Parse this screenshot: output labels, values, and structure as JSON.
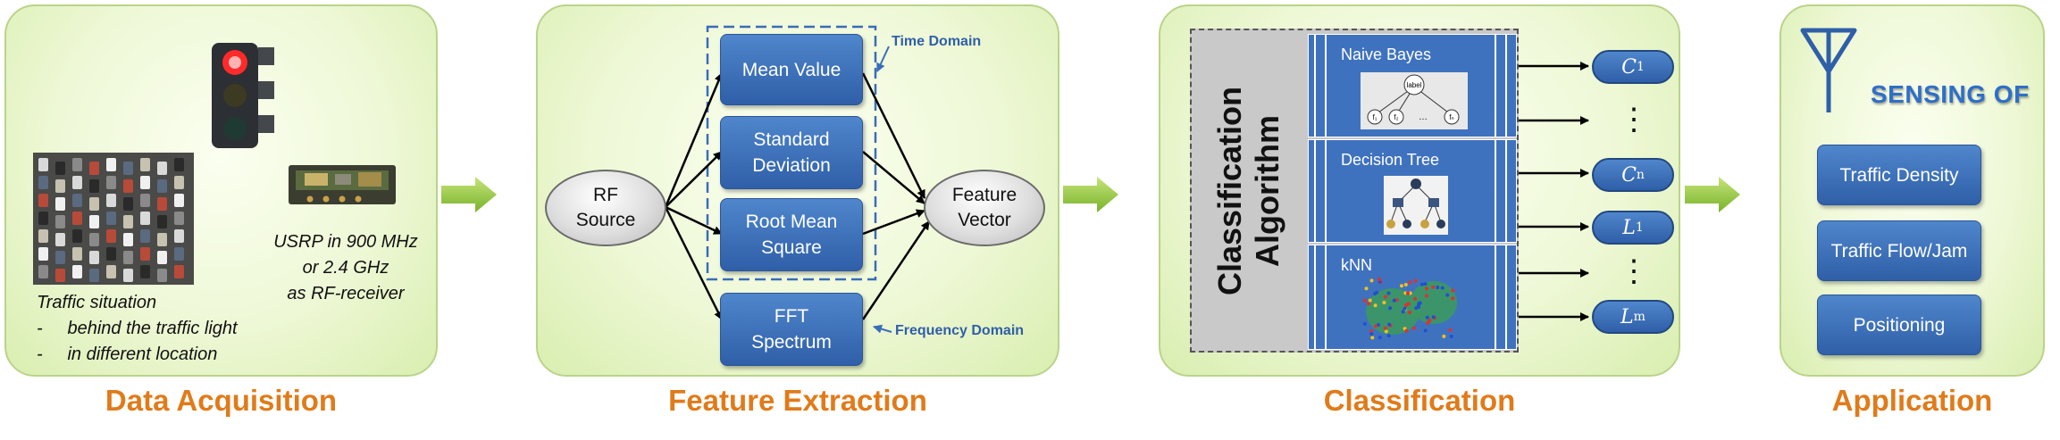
{
  "stages": [
    {
      "title": "Data Acquisition"
    },
    {
      "title": "Feature Extraction"
    },
    {
      "title": "Classification"
    },
    {
      "title": "Application"
    }
  ],
  "acquisition": {
    "traffic_caption": "Traffic situation",
    "traffic_items": [
      "behind the traffic light",
      "in different location"
    ],
    "bullet": "-",
    "usrp_caption": [
      "USRP in 900 MHz",
      "or 2.4 GHz",
      "as RF-receiver"
    ]
  },
  "features": {
    "source": [
      "RF",
      "Source"
    ],
    "vector": [
      "Feature",
      "Vector"
    ],
    "boxes": [
      [
        "Mean Value"
      ],
      [
        "Standard",
        "Deviation"
      ],
      [
        "Root Mean",
        "Square"
      ],
      [
        "FFT",
        "Spectrum"
      ]
    ],
    "time_domain": "Time Domain",
    "frequency_domain": "Frequency Domain"
  },
  "classification": {
    "algorithm_label": [
      "Classification",
      "Algorithm"
    ],
    "algorithms": [
      "Naive Bayes",
      "Decision Tree",
      "kNN"
    ],
    "bayes_root": "label",
    "bayes_leaves": [
      "f₁",
      "f₂",
      "…",
      "fₙ"
    ],
    "outputs": [
      {
        "letter": "C",
        "sub": "1"
      },
      {
        "letter": "C",
        "sub": "n"
      },
      {
        "letter": "L",
        "sub": "1"
      },
      {
        "letter": "L",
        "sub": "m"
      }
    ],
    "ellipsis": "⋮"
  },
  "application": {
    "sensing_label": "SENSING OF",
    "items": [
      "Traffic Density",
      "Traffic Flow/Jam",
      "Positioning"
    ]
  },
  "colors": {
    "stage_title": "#e07b1a",
    "box_blue": "#3a6db8",
    "note_blue": "#2f5fa8",
    "panel_green": "#e8f5cc",
    "arrow_green": "#8cc43c"
  }
}
